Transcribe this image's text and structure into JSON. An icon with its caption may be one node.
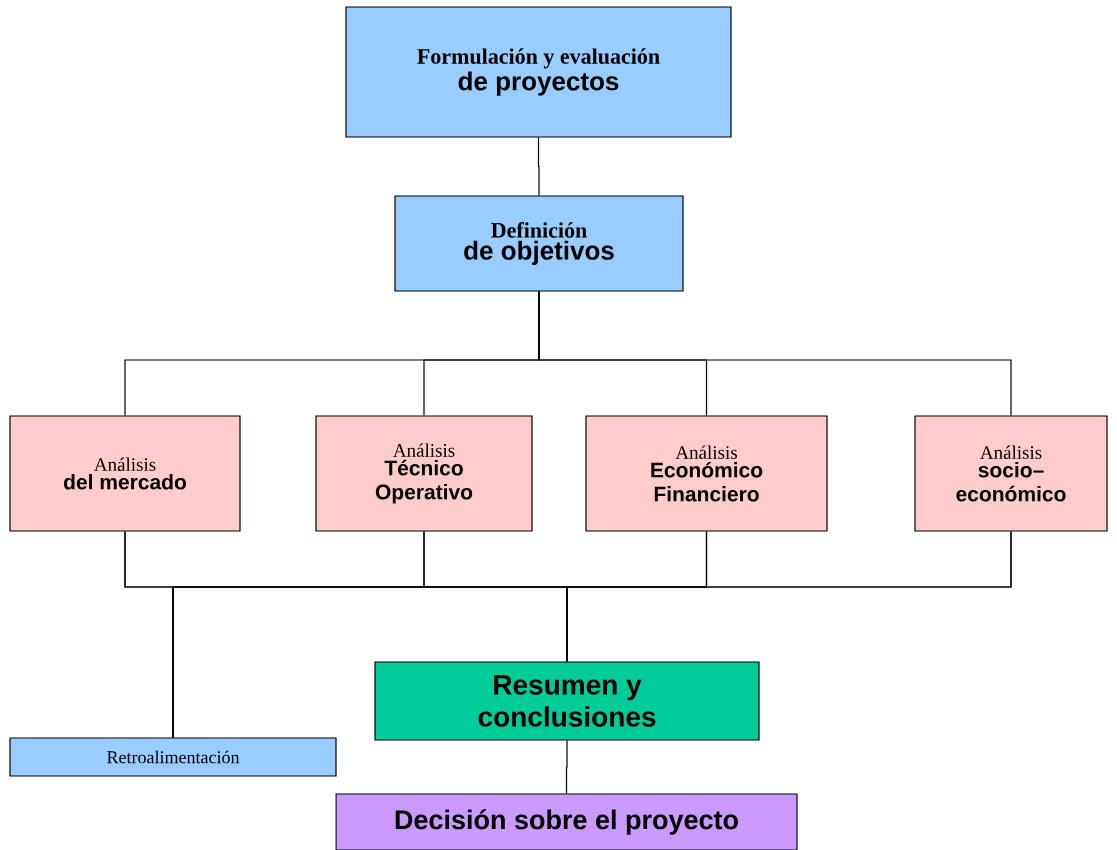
{
  "diagram": {
    "nodes": [
      {
        "text": [
          "Formulación y evaluación",
          "de proyectos"
        ]
      },
      {
        "text": [
          "Definición",
          "de objetivos"
        ]
      },
      {
        "text": [
          "Análisis",
          "del mercado"
        ]
      },
      {
        "text": [
          "Análisis",
          "Técnico Operativo"
        ]
      },
      {
        "text": [
          "Análisis",
          "Económico Financiero"
        ]
      },
      {
        "text": [
          "Análisis",
          "socio–económico"
        ]
      },
      {
        "text": [
          "Resumen y conclusiones"
        ]
      },
      {
        "text": [
          "Retroalimentación"
        ]
      },
      {
        "text": [
          "Decisión sobre el proyecto"
        ]
      }
    ],
    "edges": [
      {
        "from": 0,
        "to": 1,
        "arrow": "none"
      },
      {
        "from": 1,
        "to": 2,
        "arrow": "none"
      },
      {
        "from": 1,
        "to": 3,
        "arrow": "none"
      },
      {
        "from": 1,
        "to": 4,
        "arrow": "none"
      },
      {
        "from": 1,
        "to": 5,
        "arrow": "none"
      },
      {
        "from": 2,
        "to": 6,
        "arrow": "none"
      },
      {
        "from": 3,
        "to": 6,
        "arrow": "none"
      },
      {
        "from": 4,
        "to": 6,
        "arrow": "none"
      },
      {
        "from": 5,
        "to": 6,
        "arrow": "none"
      },
      {
        "from": 2,
        "to": 7,
        "arrow": "none"
      },
      {
        "from": 3,
        "to": 7,
        "arrow": "none"
      },
      {
        "from": 4,
        "to": 7,
        "arrow": "none"
      },
      {
        "from": 5,
        "to": 7,
        "arrow": "none"
      },
      {
        "from": 6,
        "to": 8,
        "arrow": "none"
      }
    ]
  }
}
